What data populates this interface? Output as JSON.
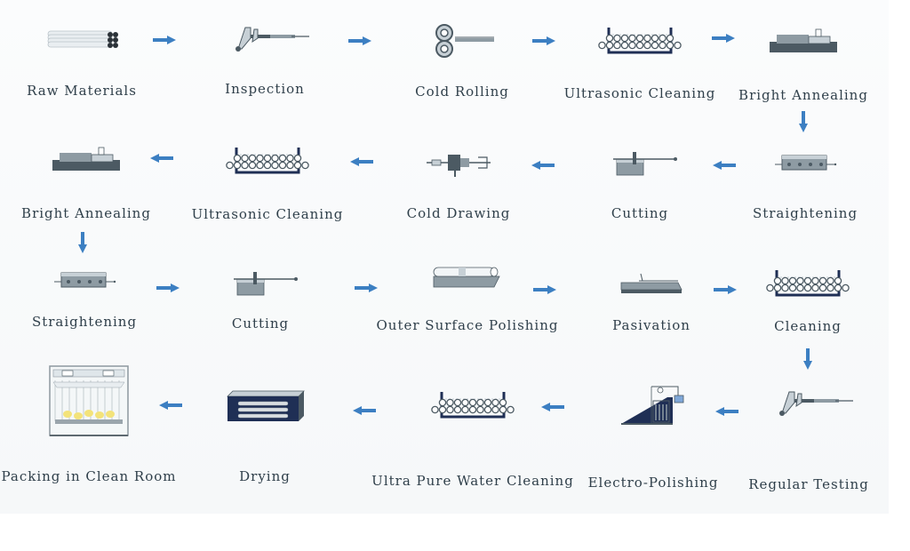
{
  "colors": {
    "arrow": "#3c7fc2",
    "machine_dark": "#4c5a63",
    "machine_mid": "#8e9ba3",
    "machine_light": "#c7d0d6",
    "navy": "#1f2f55",
    "label": "#2f3f4a"
  },
  "steps": [
    {
      "label": "Raw Materials",
      "icon": "pipe-bundle-icon"
    },
    {
      "label": "Inspection",
      "icon": "caliper-icon"
    },
    {
      "label": "Cold Rolling",
      "icon": "rolling-mill-icon"
    },
    {
      "label": "Ultrasonic Cleaning",
      "icon": "cleaning-tank-icon"
    },
    {
      "label": "Bright Annealing",
      "icon": "annealing-furnace-icon"
    },
    {
      "label": "Straightening",
      "icon": "straightening-machine-icon"
    },
    {
      "label": "Cutting",
      "icon": "cutting-machine-icon"
    },
    {
      "label": "Cold Drawing",
      "icon": "drawing-die-icon"
    },
    {
      "label": "Ultrasonic Cleaning",
      "icon": "cleaning-tank-icon"
    },
    {
      "label": "Bright Annealing",
      "icon": "annealing-furnace-icon"
    },
    {
      "label": "Straightening",
      "icon": "straightening-machine-icon"
    },
    {
      "label": "Cutting",
      "icon": "cutting-machine-icon"
    },
    {
      "label": "Outer Surface Polishing",
      "icon": "polishing-machine-icon"
    },
    {
      "label": "Pasivation",
      "icon": "passivation-bath-icon"
    },
    {
      "label": "Cleaning",
      "icon": "cleaning-tank-icon"
    },
    {
      "label": "Regular Testing",
      "icon": "caliper-icon"
    },
    {
      "label": "Electro-Polishing",
      "icon": "electro-polishing-icon"
    },
    {
      "label": "Ultra Pure Water Cleaning",
      "icon": "cleaning-tank-icon"
    },
    {
      "label": "Drying",
      "icon": "drying-oven-icon"
    },
    {
      "label": "Packing in Clean Room",
      "icon": "clean-room-icon"
    }
  ]
}
